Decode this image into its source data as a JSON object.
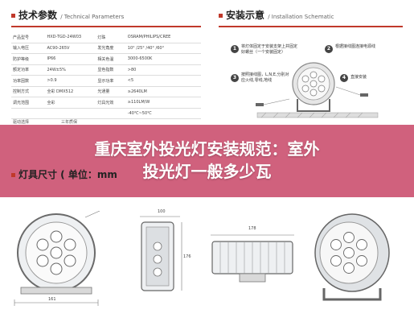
{
  "tech_params": {
    "title": "技术参数",
    "title_en": "/ Technical Parameters",
    "rows": [
      [
        "产品型号",
        "HXD-TGD-24W03",
        "灯珠",
        "OSRAM/PHILIPS/CREE"
      ],
      [
        "输入电压",
        "AC90-265V",
        "发光角度",
        "10° /25° /40° /60°"
      ],
      [
        "防护等级",
        "IP66",
        "相关色温",
        "3000-6500K"
      ],
      [
        "额定功率",
        "24W±5%",
        "显色指数",
        ">80"
      ],
      [
        "功率因数",
        ">0.9",
        "显示功率",
        "<5"
      ],
      [
        "控制方式",
        "全彩    DMX512",
        "光通量",
        "≥2640LM"
      ],
      [
        "调光范围",
        "全彩",
        "灯具光效",
        "≥110LM/W"
      ],
      [
        "",
        "",
        "",
        "-40℃~50℃"
      ]
    ],
    "partial_row": [
      "驱动选择",
      "",
      "三年质保",
      ""
    ]
  },
  "install": {
    "title": "安装示意",
    "title_en": "/ Installation Schematic",
    "steps": [
      {
        "num": "1",
        "text": "将灯体固定于安装支架上并固定好螺丝（一个安装固定）"
      },
      {
        "num": "2",
        "text": "根据接线图连接电源线"
      },
      {
        "num": "3",
        "text": "按照接线图，L,N,E,分别对应火线,零线,地线"
      },
      {
        "num": "4",
        "text": "直接安装"
      }
    ]
  },
  "banner": {
    "line1": "重庆室外投光灯安装规范：室外",
    "line2": "投光灯一般多少瓦"
  },
  "dimensions": {
    "title": "灯具尺寸（单位：mm）",
    "title_visible": "灯具尺寸 ( 单位：mm",
    "width_front": "161",
    "width_side": "100",
    "height_side": "176",
    "width_top": "178"
  },
  "colors": {
    "accent": "#c0392b",
    "banner": "#cc5472"
  }
}
